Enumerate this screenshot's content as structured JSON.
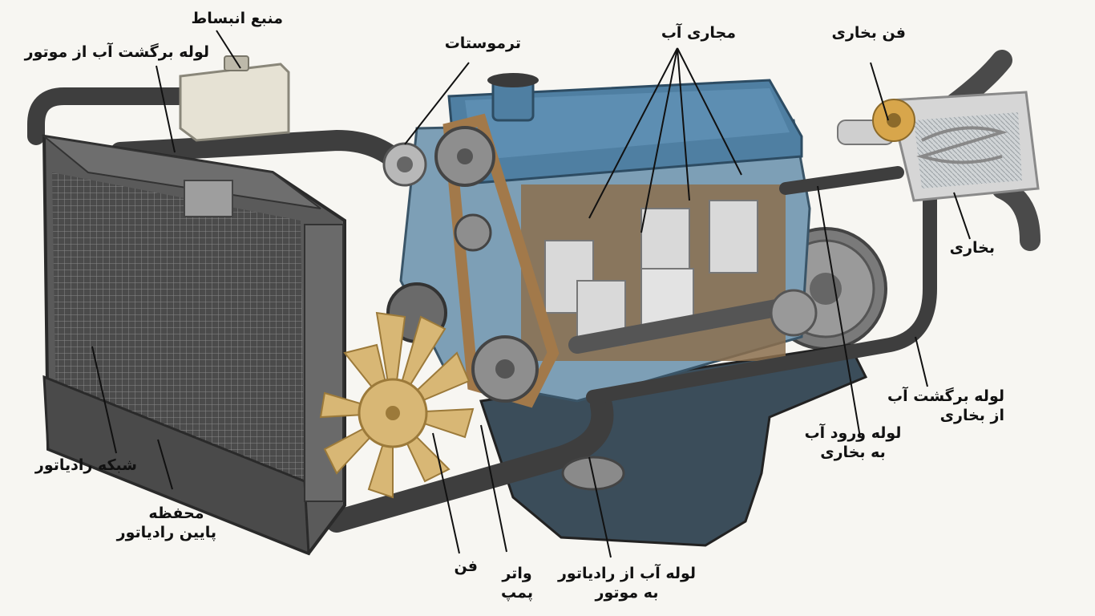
{
  "labels": {
    "expansion_tank": "منبع انبساط",
    "engine_return_pipe": "لوله برگشت آب از موتور",
    "thermostat": "ترموستات",
    "water_passages": "مجاری آب",
    "heater_fan": "فن بخاری",
    "heater": "بخاری",
    "heater_return_pipe_line1": "لوله برگشت آب",
    "heater_return_pipe_line2": "از بخاری",
    "heater_inlet_pipe_line1": "لوله ورود آب",
    "heater_inlet_pipe_line2": "به بخاری",
    "radiator_core": "شبکه رادیاتور",
    "lower_tank_line1": "محفظه",
    "lower_tank_line2": "پایین رادیاتور",
    "fan": "فن",
    "water_pump_line1": "واتر",
    "water_pump_line2": "پمپ",
    "radiator_to_engine_pipe_line1": "لوله آب از رادیاتور",
    "radiator_to_engine_pipe_line2": "به موتور"
  },
  "colors": {
    "radiator": "#5a5a5a",
    "hose": "#3e3e3e",
    "engine_block": "#7d9fb6",
    "valve_cover": "#4f7fa2",
    "fan_blades": "#d8b775",
    "belt": "#a2794a",
    "piston": "#d9d9d9",
    "tank": "#e6e2d4",
    "leader": "#111111"
  }
}
